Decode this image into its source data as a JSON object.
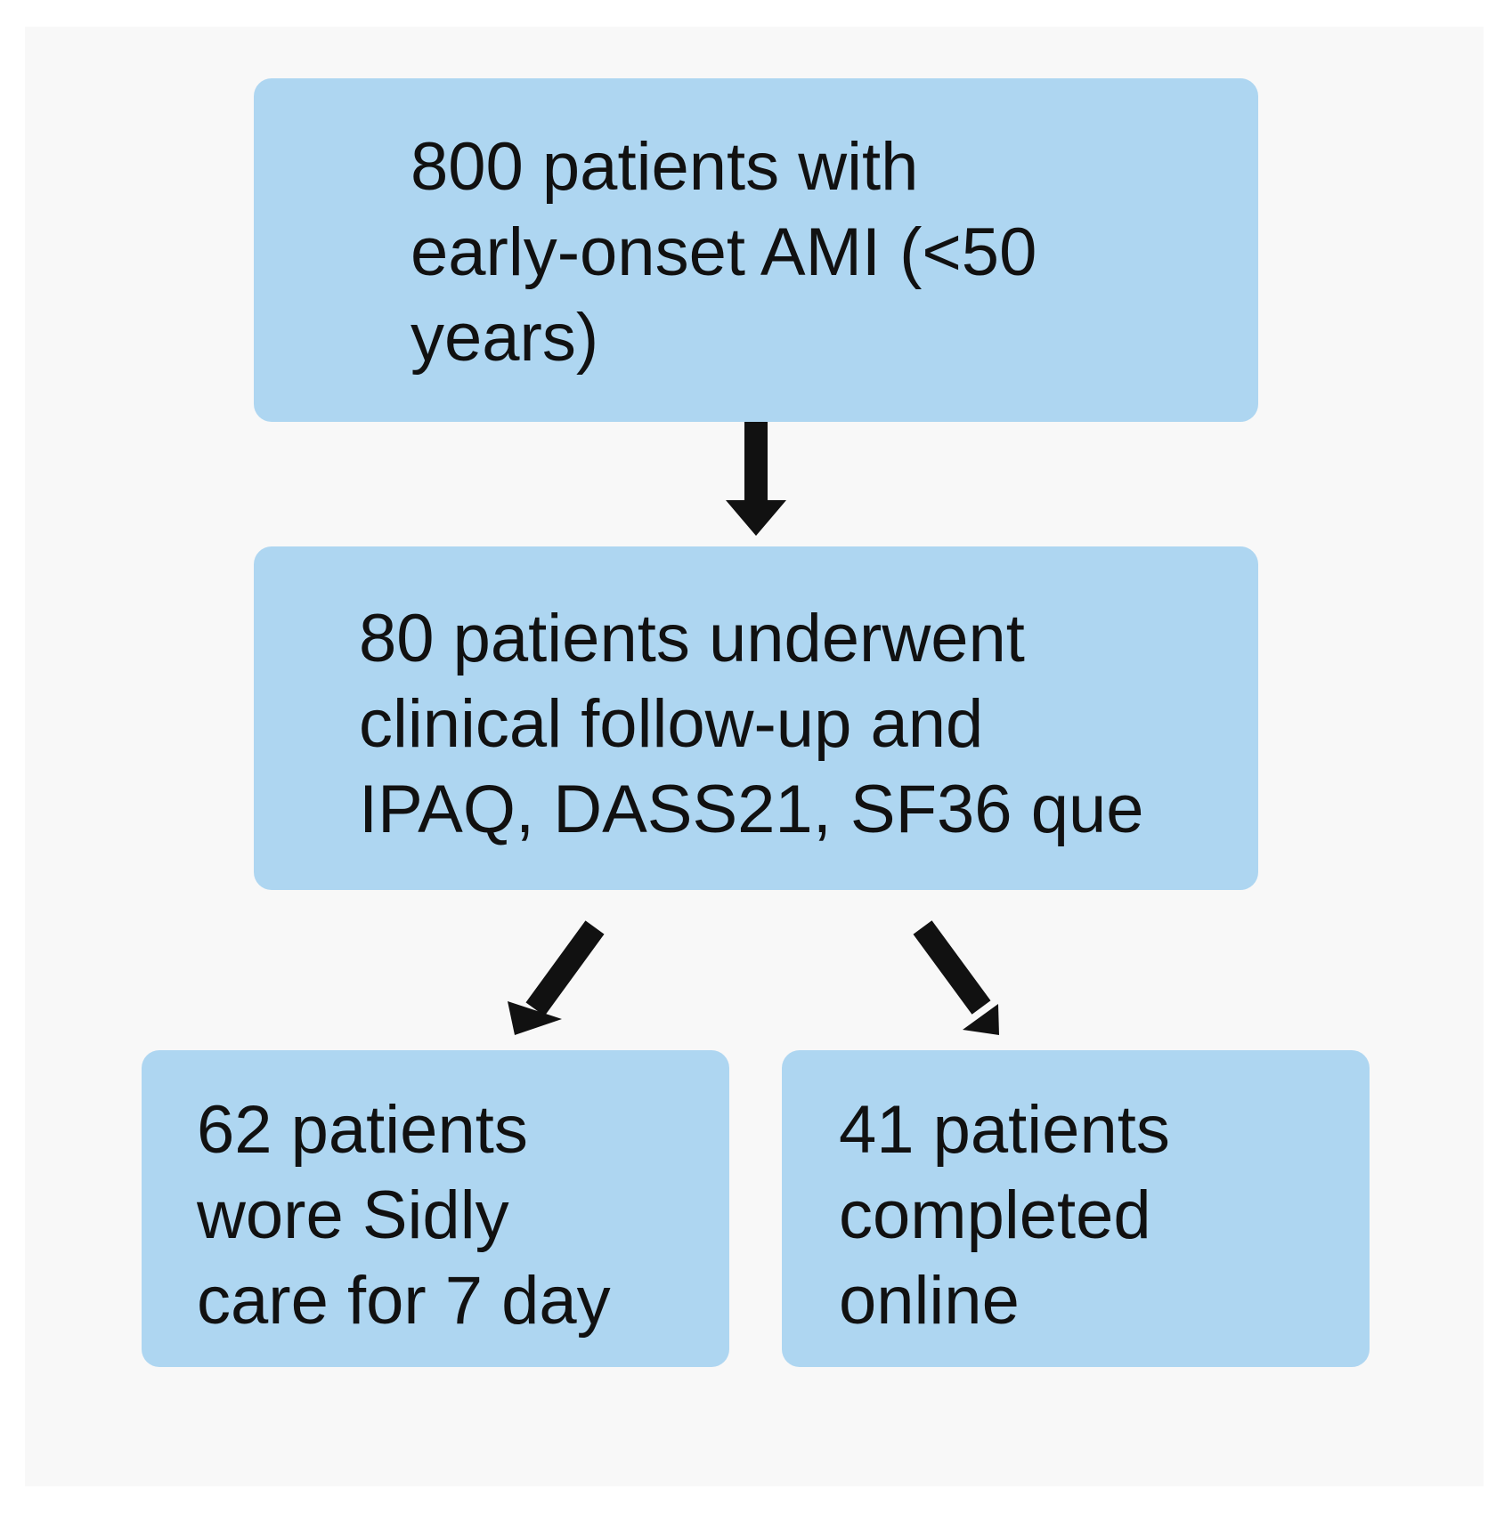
{
  "diagram": {
    "boxes": {
      "top": "800 patients with\nearly-onset AMI (<50\nyears)",
      "middle": "80 patients underwent\nclinical follow-up and\nIPAQ, DASS21, SF36 que",
      "bottom_left": "62 patients\nwore Sidly\ncare for 7 day",
      "bottom_right": "41 patients\ncompleted\nonline"
    },
    "colors": {
      "box_fill": "#aed6f1",
      "arrow": "#111111",
      "text": "#111111",
      "background": "#f8f8f8"
    }
  }
}
